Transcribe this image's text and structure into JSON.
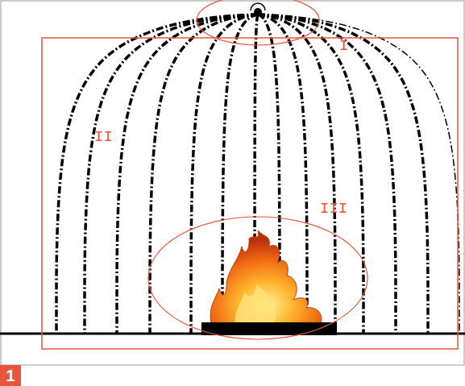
{
  "diagram": {
    "nodes": [
      {
        "text": [
          "1"
        ]
      }
    ],
    "labels": [
      "I",
      "II",
      "III"
    ]
  }
}
